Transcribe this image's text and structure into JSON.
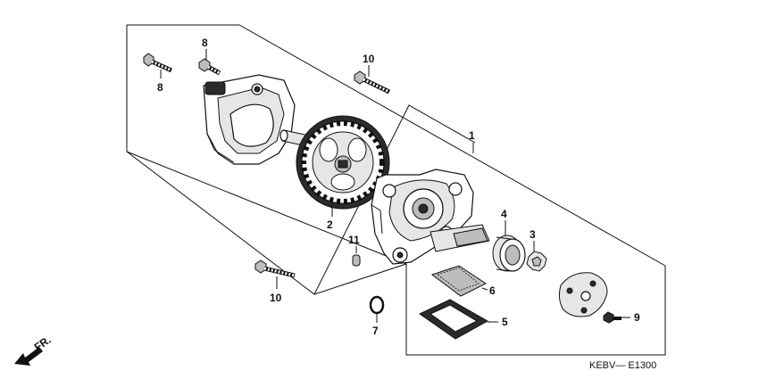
{
  "diagram": {
    "callouts": {
      "c1": "1",
      "c2": "2",
      "c3": "3",
      "c4": "4",
      "c5": "5",
      "c6": "6",
      "c7": "7",
      "c8a": "8",
      "c8b": "8",
      "c9": "9",
      "c10a": "10",
      "c10b": "10",
      "c11": "11"
    },
    "direction_label": "FR.",
    "code_label": "KEBV— E1300"
  }
}
